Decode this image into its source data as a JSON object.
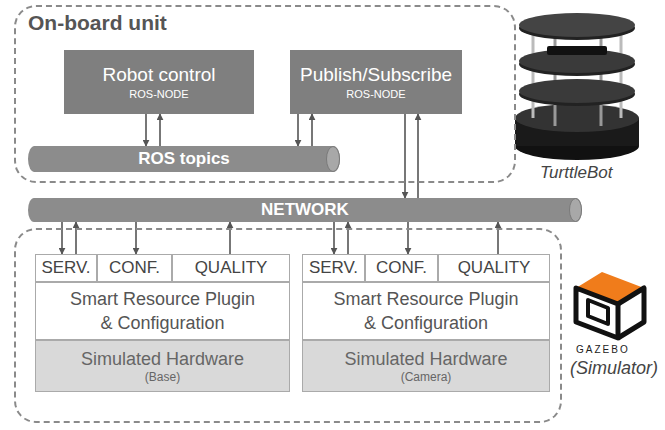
{
  "diagram": {
    "nodes": [
      {
        "text": [
          "On-board unit"
        ]
      },
      {
        "text": [
          "Robot control",
          "ROS-NODE"
        ],
        "in": 0
      },
      {
        "text": [
          "Publish/Subscribe",
          "ROS-NODE"
        ],
        "in": 0
      },
      {
        "text": [
          "ROS topics"
        ],
        "in": 0
      },
      {
        "text": [
          "NETWORK"
        ]
      },
      {
        "text": [
          "GAZEBO",
          "(Simulator)"
        ]
      },
      {
        "text": [
          "SERV."
        ],
        "in": 5
      },
      {
        "text": [
          "CONF."
        ],
        "in": 5
      },
      {
        "text": [
          "QUALITY"
        ],
        "in": 5
      },
      {
        "text": [
          "Smart Resource Plugin & Configuration"
        ],
        "in": 5
      },
      {
        "text": [
          "Simulated Hardware",
          "(Base)"
        ],
        "in": 5
      },
      {
        "text": [
          "SERV."
        ],
        "in": 5
      },
      {
        "text": [
          "CONF."
        ],
        "in": 5
      },
      {
        "text": [
          "QUALITY"
        ],
        "in": 5
      },
      {
        "text": [
          "Smart Resource Plugin & Configuration"
        ],
        "in": 5
      },
      {
        "text": [
          "Simulated Hardware",
          "(Camera)"
        ],
        "in": 5
      }
    ],
    "edges": [
      {
        "from": 1,
        "to": 3,
        "arrow": "to"
      },
      {
        "from": 3,
        "to": 1,
        "arrow": "to"
      },
      {
        "from": 2,
        "to": 3,
        "arrow": "to"
      },
      {
        "from": 3,
        "to": 2,
        "arrow": "to"
      },
      {
        "from": 2,
        "to": 4,
        "arrow": "to"
      },
      {
        "from": 4,
        "to": 2,
        "arrow": "to"
      },
      {
        "from": 4,
        "to": 6,
        "arrow": "to"
      },
      {
        "from": 6,
        "to": 4,
        "arrow": "to"
      },
      {
        "from": 4,
        "to": 7,
        "arrow": "to"
      },
      {
        "from": 8,
        "to": 4,
        "arrow": "to"
      },
      {
        "from": 4,
        "to": 11,
        "arrow": "to"
      },
      {
        "from": 11,
        "to": 4,
        "arrow": "to"
      },
      {
        "from": 4,
        "to": 12,
        "arrow": "to"
      },
      {
        "from": 13,
        "to": 4,
        "arrow": "to"
      }
    ],
    "labels": [
      "TurttleBot"
    ]
  }
}
